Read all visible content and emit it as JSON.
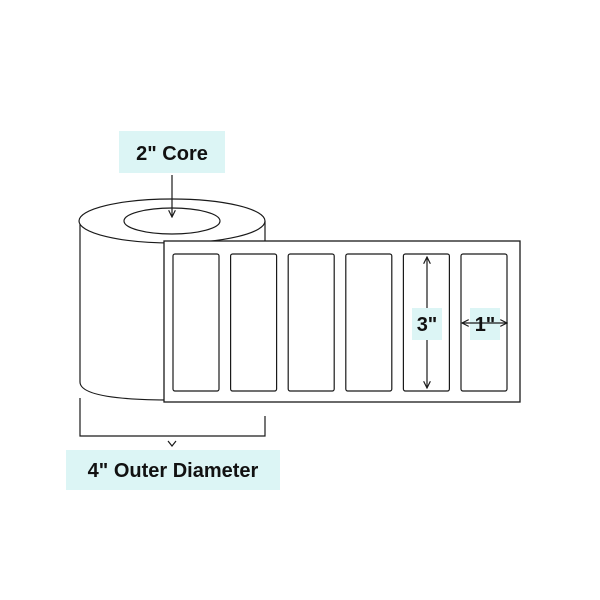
{
  "labels": {
    "core": "2\" Core",
    "outer_diameter": "4\" Outer Diameter",
    "label_height": "3\"",
    "label_width": "1\""
  },
  "label_count": 6,
  "colors": {
    "label_bg": "#dcf5f5",
    "stroke": "#1a1a1a",
    "background": "#ffffff"
  }
}
